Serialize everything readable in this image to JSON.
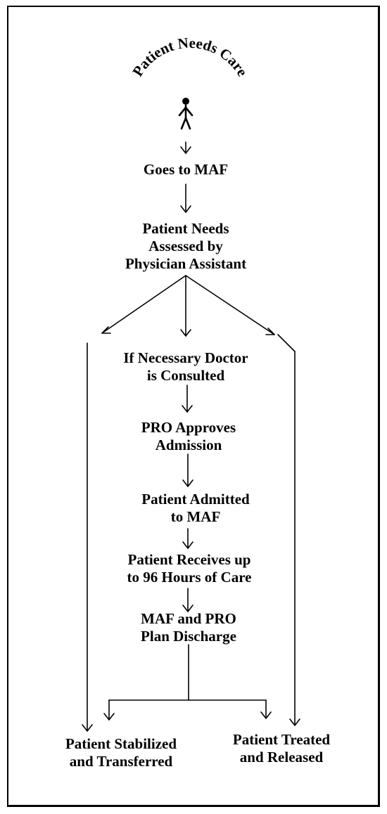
{
  "diagram": {
    "title": "Patient Needs Care",
    "nodes": {
      "goes_to_maf": "Goes to MAF",
      "assessed": [
        "Patient Needs",
        "Assessed by",
        "Physician Assistant"
      ],
      "doctor_consulted": [
        "If Necessary Doctor",
        "is Consulted"
      ],
      "pro_approves": [
        "PRO Approves",
        "Admission"
      ],
      "admitted": [
        "Patient Admitted",
        "to MAF"
      ],
      "receives_care": [
        "Patient Receives up",
        "to 96 Hours of Care"
      ],
      "plan_discharge": [
        "MAF and PRO",
        "Plan Discharge"
      ],
      "stabilized": [
        "Patient Stabilized",
        "and Transferred"
      ],
      "treated": [
        "Patient Treated",
        "and Released"
      ]
    }
  }
}
